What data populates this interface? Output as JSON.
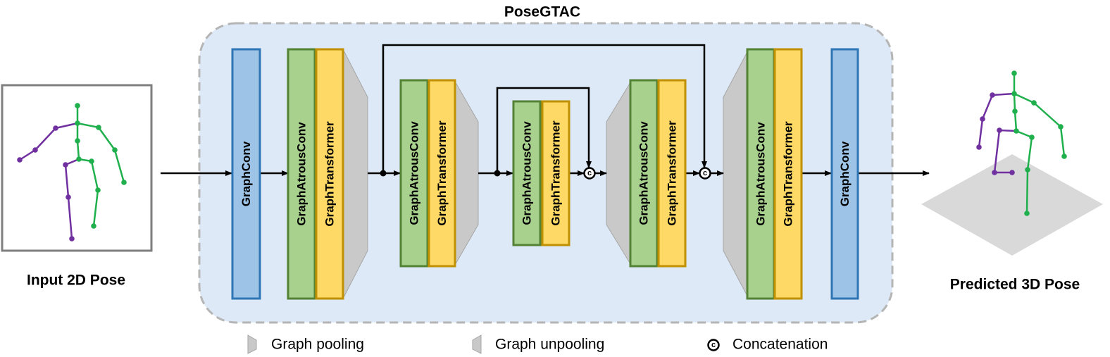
{
  "title": "PoseGTAC",
  "input_label": "Input 2D Pose",
  "output_label": "Predicted 3D Pose",
  "blocks": {
    "graph_conv": "GraphConv",
    "graph_atrous_conv": "GraphAtrousConv",
    "graph_transformer": "GraphTransformer"
  },
  "concat_symbol": "c",
  "legend": {
    "pooling": "Graph pooling",
    "unpooling": "Graph unpooling",
    "concatenation": "Concatenation"
  },
  "colors": {
    "graph_conv_fill": "#9dc3e6",
    "graph_conv_stroke": "#2e75b6",
    "atrous_fill": "#a9d18e",
    "atrous_stroke": "#548235",
    "transformer_fill": "#ffd966",
    "transformer_stroke": "#bf9000",
    "pool_fill": "#c9c9c9",
    "panel_fill": "#dde9f6",
    "skeleton_left": "#7030a0",
    "skeleton_right": "#1fb04d"
  }
}
